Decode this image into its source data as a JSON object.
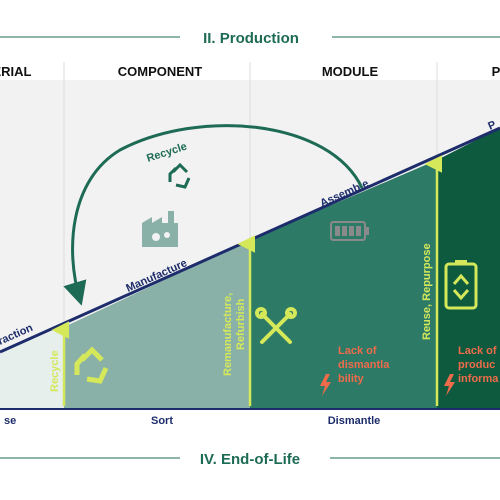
{
  "header": {
    "title": "II. Production"
  },
  "footer": {
    "title": "IV. End-of-Life"
  },
  "columns": {
    "material": "ERIAL",
    "component": "COMPONENT",
    "module": "MODULE",
    "product": "P"
  },
  "arrows": {
    "recycle": "Recycle",
    "manufacture": "Manufacture",
    "assemble": "Assemble",
    "extraction": "raction",
    "product_edge": "P"
  },
  "vertical_labels": {
    "recycle": "Recycle",
    "remanufacture_line1": "Remanufacture,",
    "remanufacture_line2": "Refurbish",
    "reuse": "Reuse, Repurpose"
  },
  "barriers": {
    "dismantlability": [
      "Lack of",
      "dismantla",
      "bility"
    ],
    "product_info": [
      "Lack of",
      "produc",
      "informa"
    ]
  },
  "bottom_labels": {
    "first": "se",
    "sort": "Sort",
    "dismantle": "Dismantle"
  },
  "colors": {
    "dark_green": "#1e6b55",
    "mid_green": "#2d7a66",
    "light_teal": "#8ab1a8",
    "deepest_green": "#0d5a3f",
    "navy": "#1d2d6b",
    "lime": "#d4e85a",
    "orange": "#ef6b4a",
    "grey_bg": "#f2f2f2"
  },
  "icons": [
    "recycle-icon",
    "factory-icon",
    "battery-icon",
    "wrench-screwdriver-icon",
    "recycle-large-icon",
    "battery-recycle-icon",
    "lightning-warning-icon"
  ]
}
